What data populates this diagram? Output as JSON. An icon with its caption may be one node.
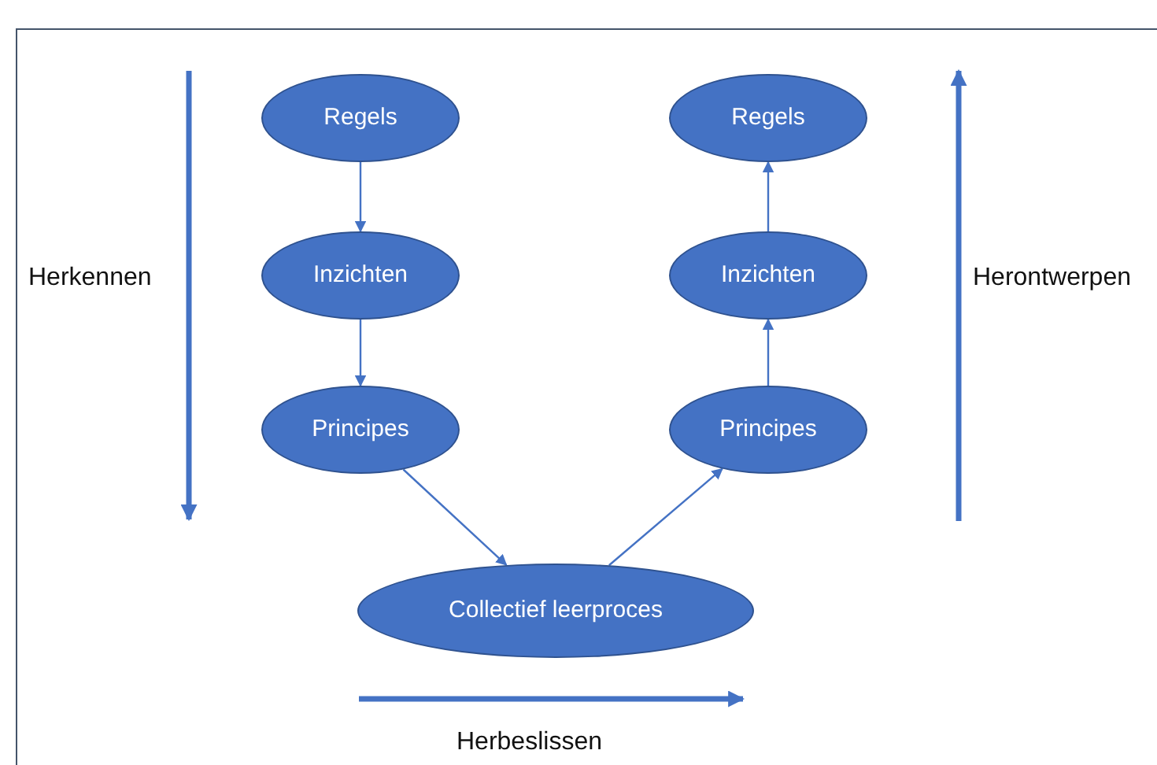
{
  "diagram": {
    "nodes": [
      {
        "text": [
          "Regels"
        ]
      },
      {
        "text": [
          "Inzichten"
        ]
      },
      {
        "text": [
          "Principes"
        ]
      },
      {
        "text": [
          "Regels"
        ]
      },
      {
        "text": [
          "Inzichten"
        ]
      },
      {
        "text": [
          "Principes"
        ]
      },
      {
        "text": [
          "Collectief leerproces"
        ]
      }
    ],
    "edges": [
      {
        "from": 0,
        "to": 1,
        "arrow": "to"
      },
      {
        "from": 1,
        "to": 2,
        "arrow": "to"
      },
      {
        "from": 2,
        "to": 6,
        "arrow": "to"
      },
      {
        "from": 6,
        "to": 5,
        "arrow": "to"
      },
      {
        "from": 5,
        "to": 4,
        "arrow": "to"
      },
      {
        "from": 4,
        "to": 3,
        "arrow": "to"
      }
    ],
    "labels": [
      "Herkennen",
      "Herontwerpen",
      "Herbeslissen"
    ]
  }
}
